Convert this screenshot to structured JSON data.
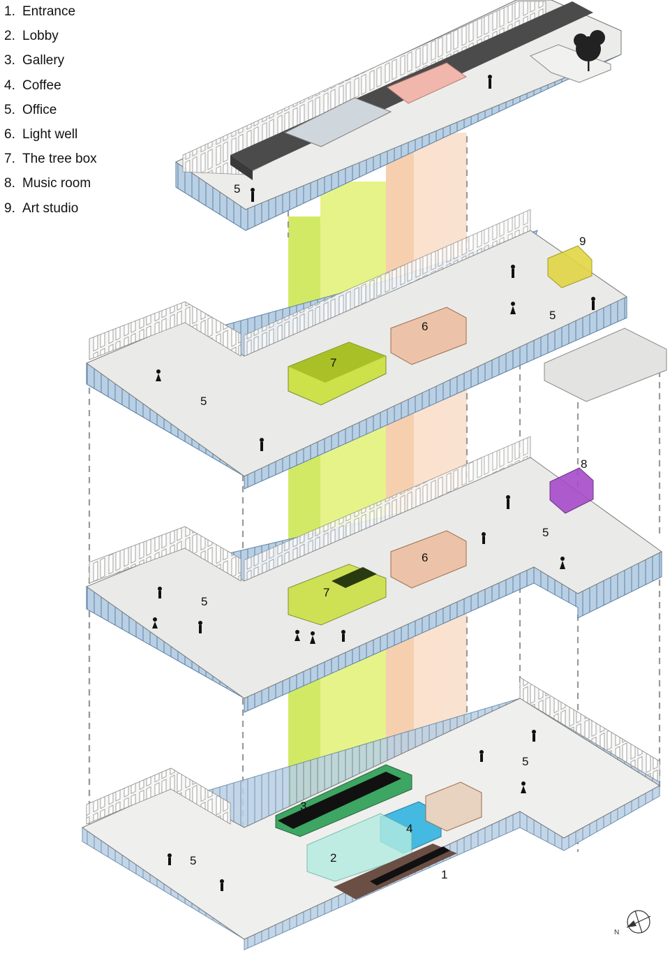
{
  "legend": [
    {
      "num": "1.",
      "label": "Entrance"
    },
    {
      "num": "2.",
      "label": "Lobby"
    },
    {
      "num": "3.",
      "label": "Gallery"
    },
    {
      "num": "4.",
      "label": "Coffee"
    },
    {
      "num": "5.",
      "label": "Office"
    },
    {
      "num": "6.",
      "label": "Light well"
    },
    {
      "num": "7.",
      "label": "The tree box"
    },
    {
      "num": "8.",
      "label": "Music room"
    },
    {
      "num": "9.",
      "label": "Art studio"
    }
  ],
  "labels": {
    "roof_office": "5",
    "art_studio": "9",
    "l3_light_well": "6",
    "l3_tree_box": "7",
    "l3_office_right": "5",
    "l3_office_left": "5",
    "music_room": "8",
    "l2_office_right": "5",
    "l2_light_well": "6",
    "l2_tree_box": "7",
    "l2_office_left": "5",
    "gallery": "3",
    "coffee": "4",
    "lobby": "2",
    "entrance": "1",
    "g_office_right": "5",
    "g_office_left": "5"
  },
  "compass": {
    "north": "N"
  },
  "colors": {
    "slab": "#ebebea",
    "glass": "#a8c4dc",
    "roof": "#4a4a4a",
    "void_green": "#e3f27a",
    "void_green_dark": "#c8e445",
    "void_orange": "#f8dcc6",
    "void_orange_dark": "#f3c3a0",
    "tree_box": "#c8e030",
    "light_well": "#e9c3a8",
    "music_room": "#a64bc9",
    "art_studio": "#e2d644",
    "gallery": "#1e9a4a",
    "coffee": "#27b0e0",
    "lobby": "#b4ece0",
    "entrance": "#6b4f44"
  }
}
